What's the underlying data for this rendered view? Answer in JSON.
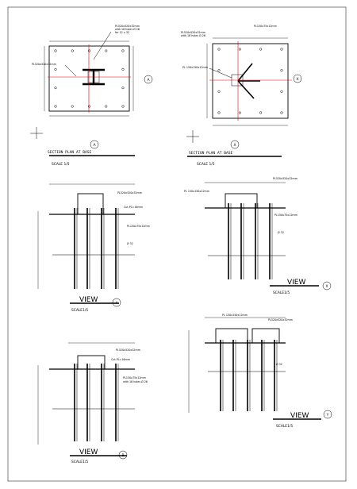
{
  "drawing": {
    "titles": {
      "top_left_mirrored": "SECTION PLAN AT BASE",
      "top_left_scale": "SCALE 1/5",
      "top_right_mirrored": "SECTION PLAN AT BASE",
      "top_right_scale": "SCALE 1/5",
      "view_a": "VIEW",
      "view_a_scale": "SCALE1/5",
      "view_b": "VIEW",
      "view_b_scale": "SCALE1/5",
      "view_x": "VIEW",
      "view_x_scale": "SCALE1/5",
      "view_y": "VIEW",
      "view_y_scale": "SCALE1/5",
      "section_marks": [
        "A",
        "B",
        "X",
        "Y"
      ]
    },
    "callouts": {
      "plate_tl": "PL520x520x32mm",
      "plate_tl_sub": "with 16 holes Ø 26",
      "plate_tl_bolts": "for 12 x 32",
      "plate_tr": "PL520x520x32mm",
      "plate_tr_sub": "with 16 holes Ø 26",
      "stiffener": "PL150x75x12mm",
      "weld": "Cut PL=16mm",
      "anchor": "Ø 32",
      "chord": "PL 150x150x12mm"
    }
  }
}
